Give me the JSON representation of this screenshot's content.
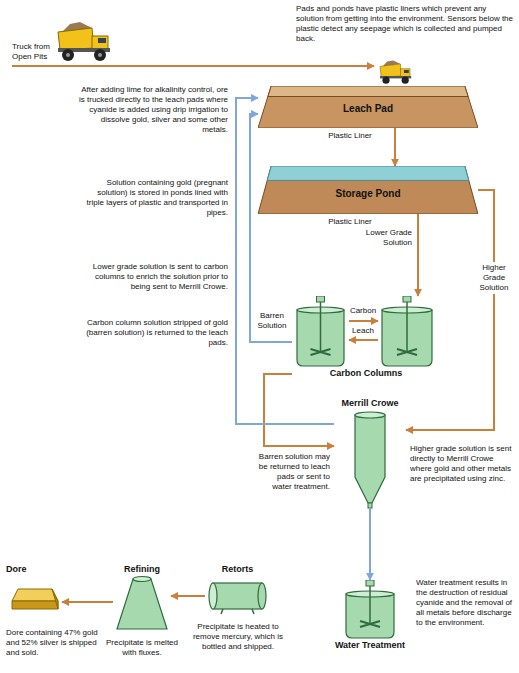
{
  "diagram": {
    "nodes": [
      {
        "text": [
          "Leach Pad"
        ]
      },
      {
        "text": [
          "Storage Pond"
        ]
      },
      {
        "text": [
          "Carbon Columns"
        ]
      },
      {
        "text": [
          "Merrill Crowe"
        ]
      },
      {
        "text": [
          "Water Treatment"
        ]
      },
      {
        "text": [
          "Retorts"
        ]
      },
      {
        "text": [
          "Refining"
        ]
      },
      {
        "text": [
          "Dore"
        ]
      }
    ],
    "edges": [
      {
        "from": 0,
        "to": 1,
        "arrow": "to"
      },
      {
        "from": 1,
        "to": 2,
        "label": "Lower Grade Solution",
        "arrow": "to"
      },
      {
        "from": 1,
        "to": 3,
        "label": "Higher Grade Solution",
        "arrow": "to"
      },
      {
        "from": 2,
        "to": 0,
        "label": "Barren Solution",
        "arrow": "to"
      },
      {
        "from": 2,
        "to": 3,
        "arrow": "to"
      },
      {
        "from": 3,
        "to": 0,
        "arrow": "to"
      },
      {
        "from": 3,
        "to": 4,
        "arrow": "to"
      },
      {
        "from": 5,
        "to": 6,
        "arrow": "to"
      },
      {
        "from": 6,
        "to": 7,
        "arrow": "to"
      }
    ],
    "labels": [
      "Pads and ponds have plastic liners which prevent any solution from getting into the environment. Sensors below the plastic detect any seepage which is collected and pumped back.",
      "Truck from Open Pits",
      "After adding lime for alkalinity control, ore is trucked directly to the leach pads where cyanide is added using drip irrigation to dissolve gold, silver and some other metals.",
      "Plastic Liner",
      "Solution containing gold (pregnant solution) is stored in ponds lined with triple layers of plastic and transported in pipes.",
      "Plastic Liner",
      "Lower grade solution is sent to carbon columns to enrich the solution prior to being sent to Merrill Crowe.",
      "Carbon",
      "Leach",
      "Carbon column solution stripped of gold (barren solution) is returned to the leach pads.",
      "Barren solution may be returned to leach pads or sent to water treatment.",
      "Higher grade solution is sent directly to Merrill Crowe where gold and other metals are precipitated using zinc.",
      "Water treatment results in the destruction of residual cyanide and the removal of all metals before discharge to the environment.",
      "Dore containing 47% gold and 52% silver is shipped and sold.",
      "Precipitate is melted with fluxes.",
      "Precipitate is heated to remove mercury, which is bottled and shipped."
    ]
  }
}
